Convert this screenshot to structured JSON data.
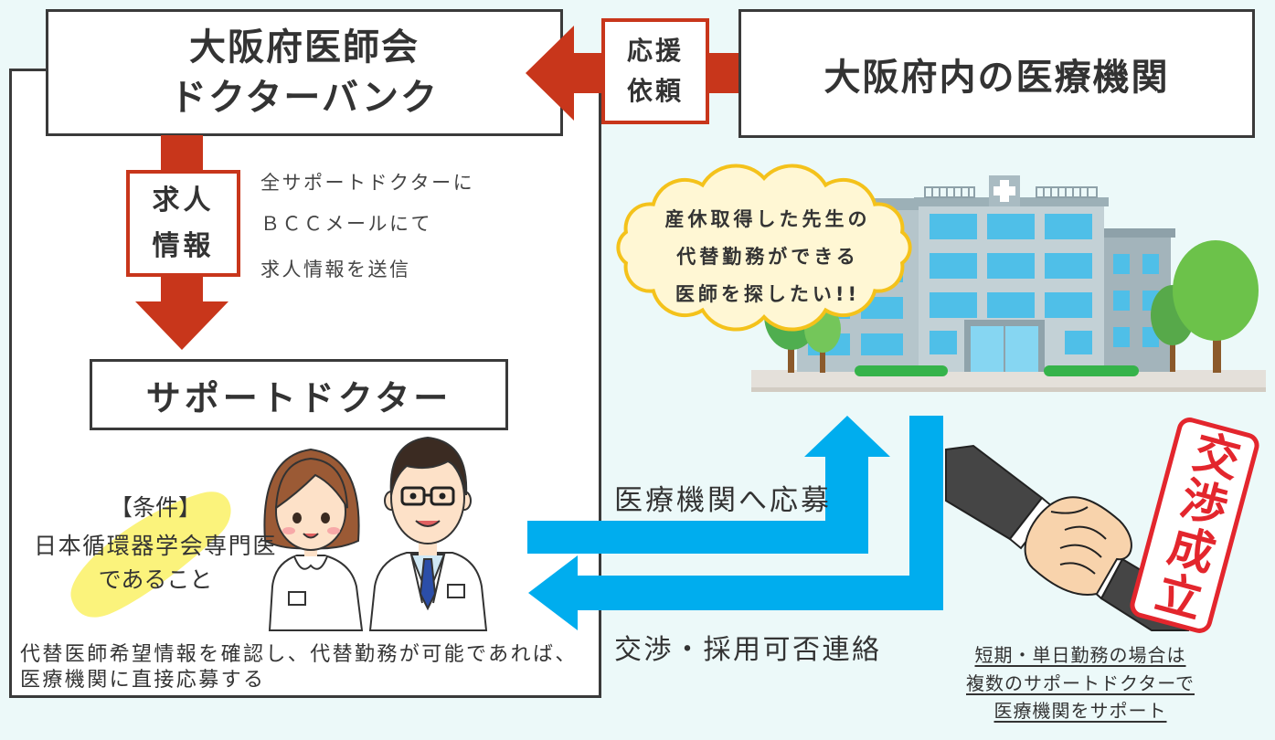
{
  "colors": {
    "background": "#ecf9f9",
    "box_border": "#3a3a3a",
    "arrow_red": "#c8361b",
    "arrow_blue": "#00adee",
    "bubble_border": "#f4c21b",
    "bubble_fill": "#fff7d4",
    "highlight": "#fbf37c",
    "stamp_red": "#e3262d"
  },
  "doctor_bank": {
    "line1": "大阪府医師会",
    "line2": "ドクターバンク"
  },
  "medical_institutions": {
    "title": "大阪府内の医療機関"
  },
  "support_request": {
    "line1": "応援",
    "line2": "依頼"
  },
  "job_info": {
    "line1": "求人",
    "line2": "情報"
  },
  "email_note": {
    "line1": "全サポートドクターに",
    "line2": "ＢＣＣメールにて",
    "line3": "求人情報を送信"
  },
  "support_doctor": {
    "title": "サポートドクター"
  },
  "condition": {
    "heading": "【条件】",
    "line1": "日本循環器学会専門医",
    "line2": "であること"
  },
  "procedure_note": {
    "line1": "代替医師希望情報を確認し、代替勤務が可能であれば、",
    "line2": "医療機関に直接応募する"
  },
  "request_bubble": {
    "line1": "産休取得した先生の",
    "line2": "代替勤務ができる",
    "line3": "医師を探したい!!"
  },
  "apply_arrow": {
    "label": "医療機関へ応募"
  },
  "reply_arrow": {
    "label": "交渉・採用可否連絡"
  },
  "stamp": {
    "text": "交渉成立"
  },
  "footnote": {
    "line1": "短期・単日勤務の場合は",
    "line2": "複数のサポートドクターで",
    "line3": "医療機関をサポート"
  },
  "illustrations": {
    "doctors": "nurse-and-doctor",
    "hospital": "hospital-building",
    "handshake": "handshake"
  }
}
